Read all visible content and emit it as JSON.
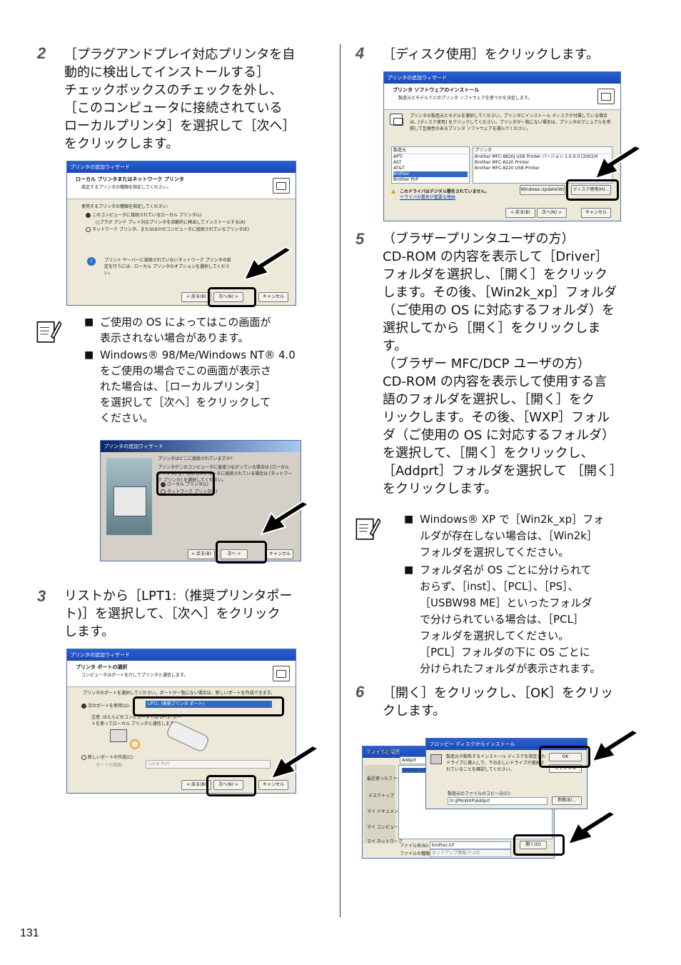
{
  "steps": {
    "s2": {
      "num": "2",
      "lines": [
        "［プラグアンドプレイ対応プリンタを自",
        "動的に検出してインストールする］",
        "チェックボックスのチェックを外し、",
        "［このコンピュータに接続されている",
        "ローカルプリンタ］を選択して［次へ］",
        "をクリックします。"
      ]
    },
    "s3": {
      "num": "3",
      "lines": [
        "リストから［LPT1:（推奨プリンタポー",
        "ト)］を選択して、［次へ］をクリック",
        "します。"
      ]
    },
    "s4": {
      "num": "4",
      "lines": [
        "［ディスク使用］をクリックします。"
      ]
    },
    "s5": {
      "num": "5",
      "lines": [
        "（ブラザープリンタユーザの方）",
        "CD-ROM の内容を表示して［Driver］",
        "フォルダを選択し、［開く］をクリック",
        "します。その後、［Win2k_xp］フォルダ",
        "（ご使用の OS に対応するフォルダ）を",
        "選択してから［開く］をクリックしま",
        "す。",
        "（ブラザー MFC/DCP ユーザの方）",
        "CD-ROM の内容を表示して使用する言",
        "語のフォルダを選択し、［開く］をク",
        "リックします。その後、［WXP］フォル",
        "ダ（ご使用の OS に対応するフォルダ）",
        "を選択して、［開く］をクリックし、",
        "［Addprt］フォルダを選択して ［開く］",
        "をクリックします。"
      ]
    },
    "s6": {
      "num": "6",
      "lines": [
        "［開く］をクリックし、［OK］をクリッ",
        "クします。"
      ]
    }
  },
  "note1": {
    "item1": [
      "ご使用の OS によってはこの画面が",
      "表示されない場合があります。"
    ],
    "item2": [
      "Windows® 98/Me/Windows NT® 4.0",
      "をご使用の場合でこの画面が表示さ",
      "れた場合は、［ローカルプリンタ］",
      "を選択して［次へ］をクリックして",
      "ください。"
    ]
  },
  "note2": {
    "item1": [
      "Windows® XP で［Win2k_xp］フォ",
      "ルダが存在しない場合は、［Win2k］",
      "フォルダを選択してください。"
    ],
    "item2": [
      "フォルダ名が OS ごとに分けられて",
      "おらず、［inst］、［PCL］、［PS］、",
      "［USBW98 ME］といったフォルダ",
      "で分けられている場合は、［PCL］",
      "フォルダを選択してください。",
      "［PCL］フォルダの下に OS ごとに",
      "分けられたフォルダが表示されます。"
    ]
  },
  "shot1": {
    "title": "プリンタの追加ウィザード",
    "h1": "ローカル プリンタまたはネットワーク プリンタ",
    "h2": "設定するプリンタの種類を指定してください。",
    "q": "使用するプリンタの種類を指定してください:",
    "opt1": "このコンピュータに接続されているローカル プリンタ(L)",
    "opt1sub": "プラグ アンド プレイ対応プリンタを自動的に検出してインストールする(A)",
    "opt2": "ネットワーク プリンタ、またはほかのコンピュータに接続されているプリンタ(E)",
    "info": "プリント サーバーに接続されていないネットワーク プリンタの設定を行うには、ローカル プリンタのオプションを選択してください。",
    "back": "< 戻る(B)",
    "next": "次へ(N) >",
    "cancel": "キャンセル"
  },
  "shot2": {
    "title": "プリンタの追加ウィザード",
    "q": "プリンタはどこに接続されていますか?",
    "desc": "プリンタがこのコンピュータに直接つながっている場合は [ローカル プリンタ] を、別のコンピュータに接続されている場合は [ネットワーク プリンタ] を選択してください。",
    "opt1": "ローカル プリンタ(L)",
    "opt2": "ネットワーク プリンタ(E)",
    "back": "< 戻る(B)",
    "next": "次へ >",
    "cancel": "キャンセル"
  },
  "shot3": {
    "title": "プリンタの追加ウィザード",
    "h1": "プリンタ ポートの選択",
    "h2": "コンピュータはポートを介してプリンタと通信します。",
    "q": "プリンタのポートを選択してください。ポートが一覧にない場合は、新しいポートを作成できます。",
    "opt1": "次のポートを使用(U):",
    "port": "LPT1: (推奨プリンタ ポート)",
    "note": "注意: ほとんどのコンピュータでは LPT1: ポートを使ってローカル プリンタと通信します。",
    "opt2": "新しいポートの作成(C):",
    "typelabel": "ポートの種類:",
    "type": "Local Port",
    "back": "< 戻る(B)",
    "next": "次へ(N) >",
    "cancel": "キャンセル"
  },
  "shot4": {
    "title": "プリンタの追加ウィザード",
    "h1": "プリンタ ソフトウェアのインストール",
    "h2": "製造元とモデルでどのプリンタ ソフトウェアを使うかを決定します。",
    "desc": "プリンタの製造元とモデルを選択してください。プリンタにインストール ディスクが付属している場合は、[ディスク使用] をクリックしてください。プリンタが一覧にない場合は、プリンタのマニュアルを参照して互換性のあるプリンタ ソフトウェアを選んでください。",
    "col1": "製造元",
    "makers": [
      "APTi",
      "AST",
      "AT&T",
      "Brother",
      "Brother PnP"
    ],
    "col2": "プリンタ",
    "models": [
      "Brother MFC-8820J USB Printer バージョン 1.0.0.0 [2002/0",
      "Brother MFC-8220 Printer",
      "Brother MFC-8220 USB Printer"
    ],
    "warn": "このドライバはデジタル署名されていません。",
    "link": "ドライバの署名が重要な理由",
    "wu": "Windows Update(W)",
    "disk": "ディスク使用(H)...",
    "back": "< 戻る(B)",
    "next": "次へ(N) >",
    "cancel": "キャンセル"
  },
  "shot5": {
    "fileTitle": "ファイルの場所",
    "look": "ファイルの場所(I):",
    "folder": "Addprt",
    "file": "brother.inf",
    "side": [
      "最近使ったファイル",
      "デスクトップ",
      "マイ ドキュメント",
      "マイ コンピュータ",
      "マイ ネットワーク"
    ],
    "fname": "ファイル名(N):",
    "ftype": "ファイルの種類(T):",
    "ftypeval": "セットアップ情報 (*.inf)",
    "open": "開く(O)",
    "dlgTitle": "フロッピー ディスクからインストール",
    "dlgText": "製造元が配布するインストール ディスクを指定したドライブに挿入して、下の正しいドライブが選択されていることを確認してください。",
    "ok": "OK",
    "cancel": "キャンセル",
    "copyLabel": "製造元のファイルのコピー元(C):",
    "path": "D:\\JPN\\WXP\\Addprt",
    "browse": "参照(B)..."
  },
  "pageNumber": "131"
}
